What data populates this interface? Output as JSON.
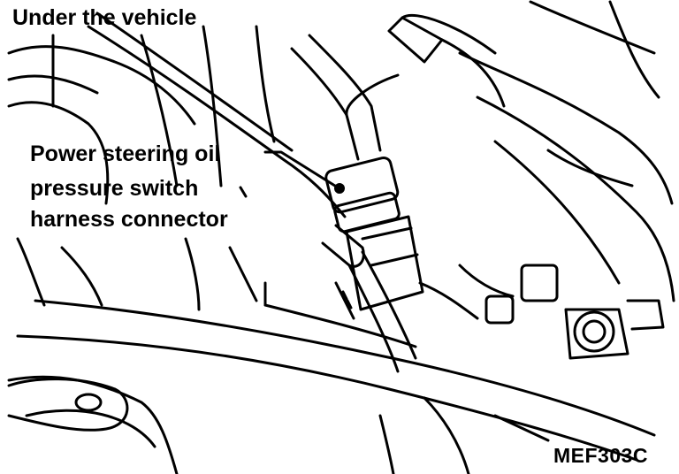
{
  "figure": {
    "location_label": "Under the vehicle",
    "callout": {
      "line1": "Power steering oil",
      "line2": "pressure switch",
      "line3": "harness connector"
    },
    "figure_code": "MEF303C"
  },
  "colors": {
    "ink": "#000000",
    "paper": "#ffffff"
  }
}
